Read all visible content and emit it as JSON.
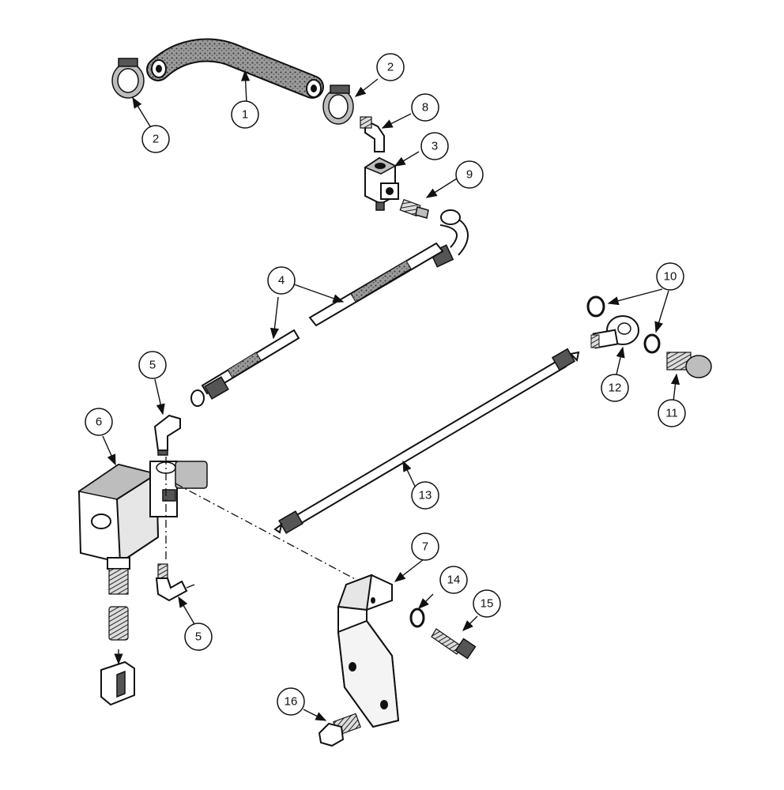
{
  "callouts": [
    {
      "id": "c1",
      "label": "1"
    },
    {
      "id": "c2a",
      "label": "2"
    },
    {
      "id": "c2b",
      "label": "2"
    },
    {
      "id": "c3",
      "label": "3"
    },
    {
      "id": "c4",
      "label": "4"
    },
    {
      "id": "c5a",
      "label": "5"
    },
    {
      "id": "c5b",
      "label": "5"
    },
    {
      "id": "c6",
      "label": "6"
    },
    {
      "id": "c7",
      "label": "7"
    },
    {
      "id": "c8",
      "label": "8"
    },
    {
      "id": "c9",
      "label": "9"
    },
    {
      "id": "c10",
      "label": "10"
    },
    {
      "id": "c11",
      "label": "11"
    },
    {
      "id": "c12",
      "label": "12"
    },
    {
      "id": "c13",
      "label": "13"
    },
    {
      "id": "c14",
      "label": "14"
    },
    {
      "id": "c15",
      "label": "15"
    },
    {
      "id": "c16",
      "label": "16"
    }
  ]
}
